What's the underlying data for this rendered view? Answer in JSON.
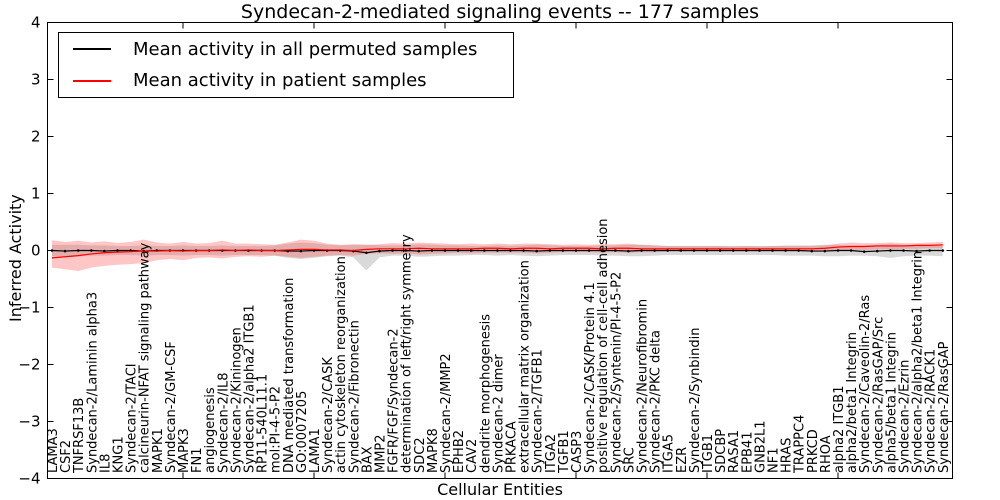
{
  "chart_data": {
    "type": "line",
    "title": "Syndecan-2-mediated signaling events -- 177 samples",
    "xlabel": "Cellular Entities",
    "ylabel": "Inferred Activity",
    "ylim": [
      -4,
      4
    ],
    "yticks": [
      -4,
      -3,
      -2,
      -1,
      0,
      1,
      2,
      3,
      4
    ],
    "grid": false,
    "legend_position": "upper left",
    "x_major_tick_indices": [
      10,
      20,
      30,
      40,
      50,
      60
    ],
    "categories": [
      "LAMA3",
      "CSF2",
      "TNFRSF13B",
      "Syndecan-2/Laminin alpha3",
      "IL8",
      "KNG1",
      "Syndecan-2/TACI",
      "calcineurin-NFAT signaling pathway",
      "MAPK1",
      "Syndecan-2/GM-CSF",
      "MAPK3",
      "FN1",
      "angiogenesis",
      "Syndecan-2/IL8",
      "Syndecan-2/Kininogen",
      "Syndecan-2/alpha2 ITGB1",
      "RP11-540L11.1",
      "mol:PI-4-5-P2",
      "DNA mediated transformation",
      "GO:0007205",
      "LAMA1",
      "Syndecan-2/CASK",
      "actin cytoskeleton reorganization",
      "Syndecan-2/Fibronectin",
      "BAX",
      "MMP2",
      "FGFR/FGF/Syndecan-2",
      "determination of left/right symmetry",
      "SDC2",
      "MAPK8",
      "Syndecan-2/MMP2",
      "EPHB2",
      "CAV2",
      "dendrite morphogenesis",
      "Syndecan-2 dimer",
      "PRKACA",
      "extracellular matrix organization",
      "Syndecan-2/TGFB1",
      "ITGA2",
      "TGFB1",
      "CASP3",
      "Syndecan-2/CASK/Protein 4.1",
      "positive regulation of cell-cell adhesion",
      "Syndecan-2/Syntenin/PI-4-5-P2",
      "SRC",
      "Syndecan-2/Neurofibromin",
      "Syndecan-2/PKC delta",
      "ITGA5",
      "EZR",
      "Syndecan-2/Synbindin",
      "ITGB1",
      "SDCBP",
      "RASA1",
      "EPB41",
      "GNB2L1",
      "NF1",
      "HRAS",
      "TRAPPC4",
      "PRKCD",
      "RHOA",
      "alpha2 ITGB1",
      "alpha2/beta1 Integrin",
      "Syndecan-2/Caveolin-2/Ras",
      "Syndecan-2/RasGAP/Src",
      "alpha5/beta1 Integrin",
      "Syndecan-2/Ezrin",
      "Syndecan-2/alpha2/beta1 Integrin",
      "Syndecan-2/RACK1",
      "Syndecan-2/RasGAP"
    ],
    "series": [
      {
        "name": "Mean activity in all permuted samples",
        "color": "#000000",
        "band_color": "#aaaaaa",
        "band_opacity": 0.45,
        "values": [
          0,
          -0.01,
          0,
          0,
          -0.01,
          0,
          0,
          -0.01,
          0,
          0,
          0,
          0,
          0,
          0,
          0,
          0,
          0,
          0,
          -0.01,
          -0.01,
          0,
          0,
          0,
          -0.01,
          -0.04,
          -0.01,
          0,
          0,
          -0.01,
          0,
          0,
          0,
          0,
          0,
          0,
          0,
          0,
          -0.01,
          0,
          0,
          0,
          0,
          0,
          0,
          -0.01,
          0,
          0,
          0,
          0,
          0,
          0,
          0,
          0,
          0,
          0,
          0,
          0,
          0,
          -0.01,
          -0.01,
          0,
          0,
          -0.02,
          -0.01,
          0,
          0,
          -0.01,
          0,
          0
        ],
        "band_upper": [
          0.1,
          0.1,
          0.1,
          0.09,
          0.09,
          0.08,
          0.08,
          0.09,
          0.08,
          0.08,
          0.09,
          0.08,
          0.08,
          0.09,
          0.08,
          0.08,
          0.08,
          0.09,
          0.12,
          0.14,
          0.13,
          0.1,
          0.09,
          0.1,
          0.1,
          0.09,
          0.09,
          0.09,
          0.11,
          0.1,
          0.09,
          0.09,
          0.08,
          0.08,
          0.09,
          0.08,
          0.09,
          0.1,
          0.09,
          0.08,
          0.08,
          0.08,
          0.09,
          0.09,
          0.1,
          0.1,
          0.09,
          0.08,
          0.08,
          0.08,
          0.08,
          0.08,
          0.08,
          0.08,
          0.08,
          0.08,
          0.09,
          0.09,
          0.09,
          0.1,
          0.1,
          0.09,
          0.09,
          0.1,
          0.12,
          0.1,
          0.09,
          0.09,
          0.1
        ],
        "band_lower": [
          -0.1,
          -0.1,
          -0.1,
          -0.09,
          -0.09,
          -0.08,
          -0.08,
          -0.09,
          -0.08,
          -0.08,
          -0.09,
          -0.08,
          -0.08,
          -0.09,
          -0.08,
          -0.08,
          -0.08,
          -0.09,
          -0.13,
          -0.15,
          -0.13,
          -0.1,
          -0.09,
          -0.12,
          -0.35,
          -0.12,
          -0.09,
          -0.09,
          -0.11,
          -0.1,
          -0.09,
          -0.09,
          -0.08,
          -0.08,
          -0.09,
          -0.08,
          -0.09,
          -0.1,
          -0.09,
          -0.08,
          -0.08,
          -0.08,
          -0.09,
          -0.09,
          -0.1,
          -0.1,
          -0.09,
          -0.08,
          -0.08,
          -0.08,
          -0.08,
          -0.08,
          -0.08,
          -0.08,
          -0.08,
          -0.08,
          -0.09,
          -0.09,
          -0.09,
          -0.1,
          -0.1,
          -0.09,
          -0.09,
          -0.1,
          -0.13,
          -0.1,
          -0.09,
          -0.09,
          -0.1
        ]
      },
      {
        "name": "Mean activity in patient samples",
        "color": "#ff0000",
        "band_color": "#ff4d4d",
        "band_opacity": 0.32,
        "values": [
          -0.13,
          -0.11,
          -0.09,
          -0.06,
          -0.04,
          -0.03,
          -0.02,
          -0.01,
          -0.01,
          0,
          -0.01,
          0,
          0,
          0.01,
          0,
          0.01,
          0,
          0,
          0.01,
          0.02,
          0.02,
          0.01,
          0.01,
          0,
          0.02,
          0.03,
          0.03,
          0.03,
          0.04,
          0.03,
          0.03,
          0.03,
          0.03,
          0.04,
          0.04,
          0.03,
          0.04,
          0.04,
          0.03,
          0.04,
          0.04,
          0.04,
          0.03,
          0.04,
          0.04,
          0.03,
          0.03,
          0.03,
          0.03,
          0.03,
          0.03,
          0.03,
          0.03,
          0.03,
          0.03,
          0.03,
          0.03,
          0.03,
          0.03,
          0.04,
          0.06,
          0.07,
          0.07,
          0.08,
          0.08,
          0.08,
          0.09,
          0.09,
          0.1
        ],
        "band_upper": [
          0.18,
          0.15,
          0.17,
          0.14,
          0.16,
          0.13,
          0.15,
          0.19,
          0.14,
          0.12,
          0.15,
          0.12,
          0.13,
          0.17,
          0.12,
          0.12,
          0.11,
          0.1,
          0.14,
          0.19,
          0.17,
          0.12,
          0.1,
          0.11,
          0.1,
          0.11,
          0.13,
          0.12,
          0.14,
          0.13,
          0.12,
          0.11,
          0.12,
          0.11,
          0.12,
          0.11,
          0.12,
          0.12,
          0.11,
          0.1,
          0.11,
          0.1,
          0.11,
          0.11,
          0.12,
          0.1,
          0.09,
          0.08,
          0.08,
          0.08,
          0.08,
          0.08,
          0.07,
          0.08,
          0.07,
          0.08,
          0.08,
          0.08,
          0.08,
          0.09,
          0.12,
          0.14,
          0.13,
          0.13,
          0.14,
          0.13,
          0.13,
          0.14,
          0.15
        ],
        "band_lower": [
          -0.3,
          -0.33,
          -0.36,
          -0.3,
          -0.27,
          -0.25,
          -0.24,
          -0.22,
          -0.17,
          -0.15,
          -0.17,
          -0.13,
          -0.12,
          -0.14,
          -0.11,
          -0.1,
          -0.11,
          -0.09,
          -0.11,
          -0.13,
          -0.11,
          -0.09,
          -0.08,
          -0.09,
          -0.06,
          -0.05,
          -0.06,
          -0.05,
          -0.07,
          -0.06,
          -0.05,
          -0.04,
          -0.05,
          -0.04,
          -0.04,
          -0.04,
          -0.04,
          -0.05,
          -0.04,
          -0.03,
          -0.03,
          -0.03,
          -0.04,
          -0.03,
          -0.04,
          -0.03,
          -0.03,
          -0.02,
          -0.02,
          -0.02,
          -0.02,
          -0.02,
          -0.02,
          -0.02,
          -0.02,
          -0.02,
          -0.02,
          -0.02,
          -0.02,
          -0.01,
          0,
          0.01,
          0.01,
          0.02,
          0.02,
          0.03,
          0.03,
          0.04,
          0.04
        ]
      }
    ]
  }
}
